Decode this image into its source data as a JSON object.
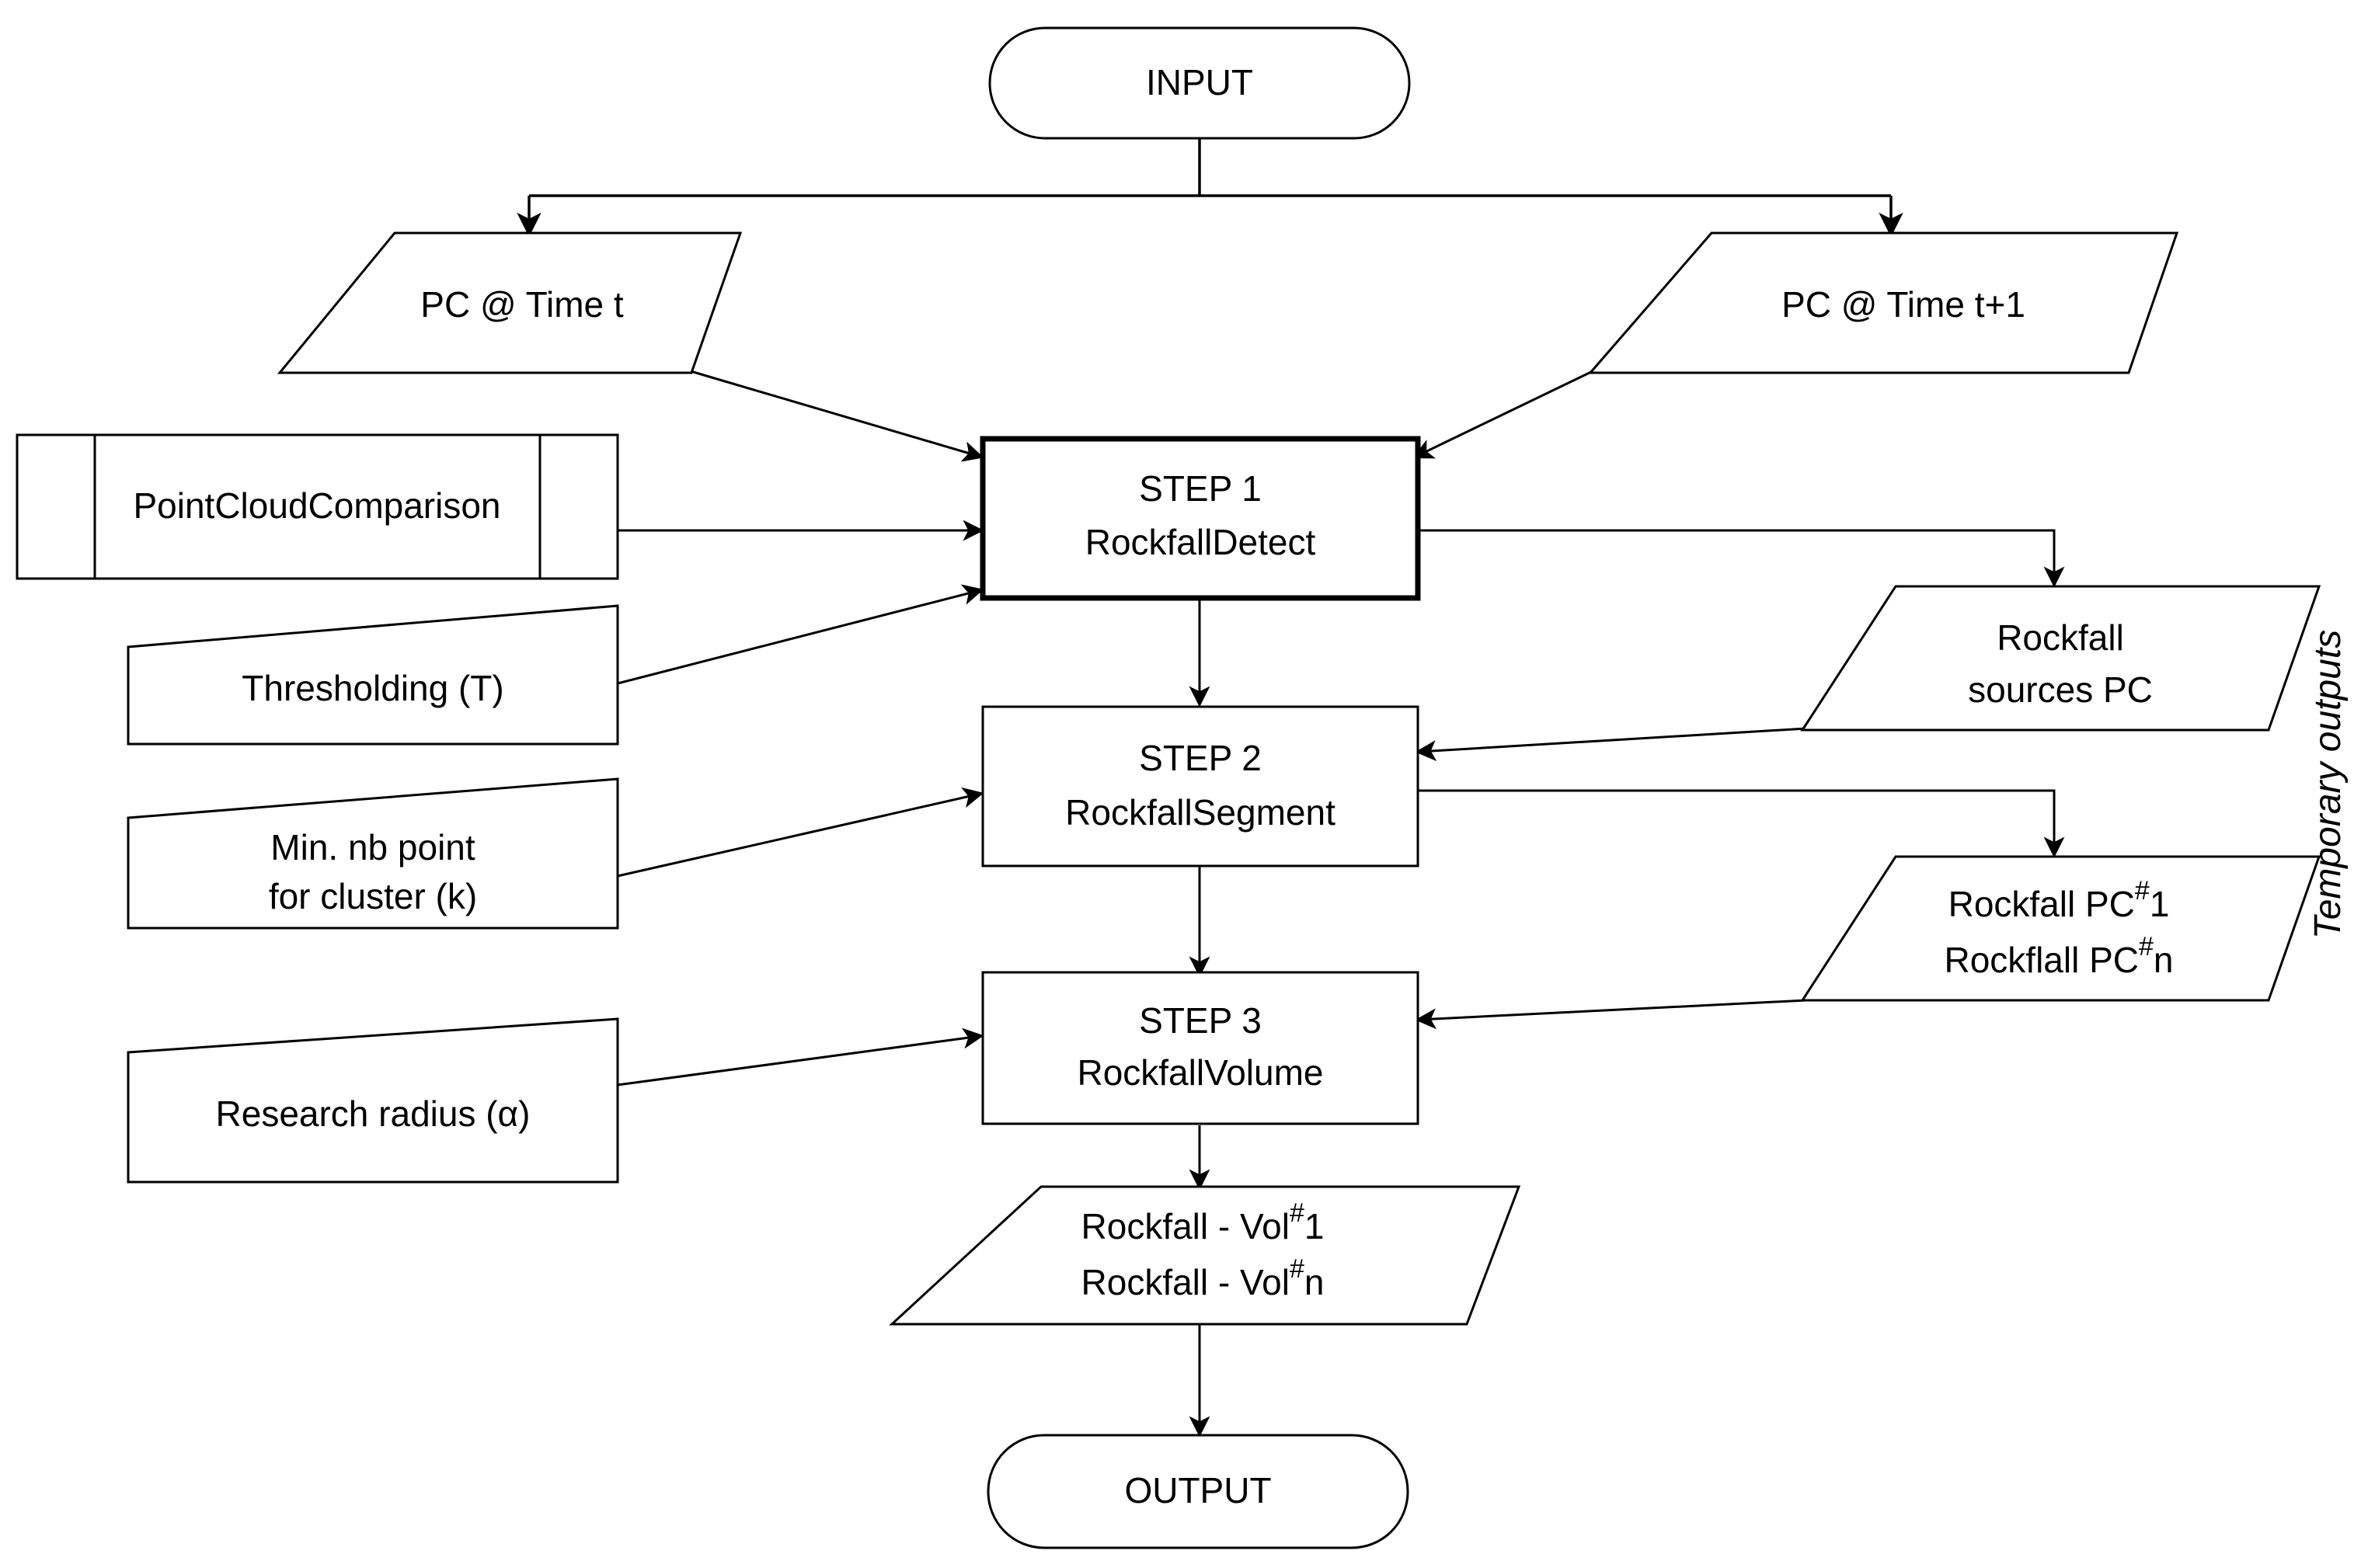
{
  "diagram": {
    "title_hidden": "Rockfall detection workflow flowchart",
    "side_note": "Temporary outputs",
    "nodes": {
      "input": {
        "label": "INPUT",
        "shape": "terminator"
      },
      "pc_t": {
        "label_prefix": "PC @ Time ",
        "label_italic": "t",
        "shape": "parallelogram"
      },
      "pc_t1": {
        "label_prefix": "PC @ Time ",
        "label_italic": "t+1",
        "shape": "parallelogram"
      },
      "pcc": {
        "label": "PointCloudComparison",
        "shape": "predefined-process"
      },
      "step1": {
        "line1": "STEP 1",
        "line2": "RockfallDetect",
        "shape": "process"
      },
      "step2": {
        "line1": "STEP 2",
        "line2": "RockfallSegment",
        "shape": "process"
      },
      "step3": {
        "line1": "STEP 3",
        "line2": "RockfallVolume",
        "shape": "process"
      },
      "thresholding": {
        "label": "Thresholding (T)",
        "shape": "manual-input"
      },
      "minpoints": {
        "line1": "Min. nb point",
        "line2": "for cluster (k)",
        "shape": "manual-input"
      },
      "radius": {
        "label": "Research radius (α)",
        "shape": "manual-input"
      },
      "sources_pc": {
        "line1": "Rockfall",
        "line2": "sources PC",
        "shape": "parallelogram"
      },
      "rockfall_pc": {
        "line1_base": "Rockfall PC",
        "line1_sup": "#",
        "line1_tail": "1",
        "line2_base": "Rockflall PC",
        "line2_sup": "#",
        "line2_tail": "n",
        "shape": "parallelogram"
      },
      "rockfall_vol": {
        "line1_base": "Rockfall - Vol",
        "line1_sup": "#",
        "line1_tail": "1",
        "line2_base": "Rockfall - Vol",
        "line2_sup": "#",
        "line2_tail": "n",
        "shape": "parallelogram"
      },
      "output": {
        "label": "OUTPUT",
        "shape": "terminator"
      }
    },
    "edges": [
      {
        "from": "input",
        "to": "pc_t",
        "style": "orthogonal-split-arrow"
      },
      {
        "from": "input",
        "to": "pc_t1",
        "style": "orthogonal-split-arrow"
      },
      {
        "from": "pc_t",
        "to": "step1",
        "style": "diagonal-arrow"
      },
      {
        "from": "pc_t1",
        "to": "step1",
        "style": "diagonal-arrow"
      },
      {
        "from": "pcc",
        "to": "step1",
        "style": "horizontal-arrow"
      },
      {
        "from": "thresholding",
        "to": "step1",
        "style": "diagonal-arrow"
      },
      {
        "from": "step1",
        "to": "sources_pc",
        "style": "orthogonal-arrow"
      },
      {
        "from": "step1",
        "to": "step2",
        "style": "vertical-arrow"
      },
      {
        "from": "sources_pc",
        "to": "step2",
        "style": "diagonal-arrow"
      },
      {
        "from": "minpoints",
        "to": "step2",
        "style": "diagonal-arrow"
      },
      {
        "from": "step2",
        "to": "rockfall_pc",
        "style": "orthogonal-arrow"
      },
      {
        "from": "step2",
        "to": "step3",
        "style": "vertical-arrow"
      },
      {
        "from": "rockfall_pc",
        "to": "step3",
        "style": "diagonal-arrow"
      },
      {
        "from": "radius",
        "to": "step3",
        "style": "diagonal-arrow"
      },
      {
        "from": "step3",
        "to": "rockfall_vol",
        "style": "vertical-arrow"
      },
      {
        "from": "rockfall_vol",
        "to": "output",
        "style": "vertical-arrow"
      }
    ],
    "colors": {
      "stroke": "#000000",
      "fill": "#ffffff",
      "background": "#ffffff"
    }
  }
}
